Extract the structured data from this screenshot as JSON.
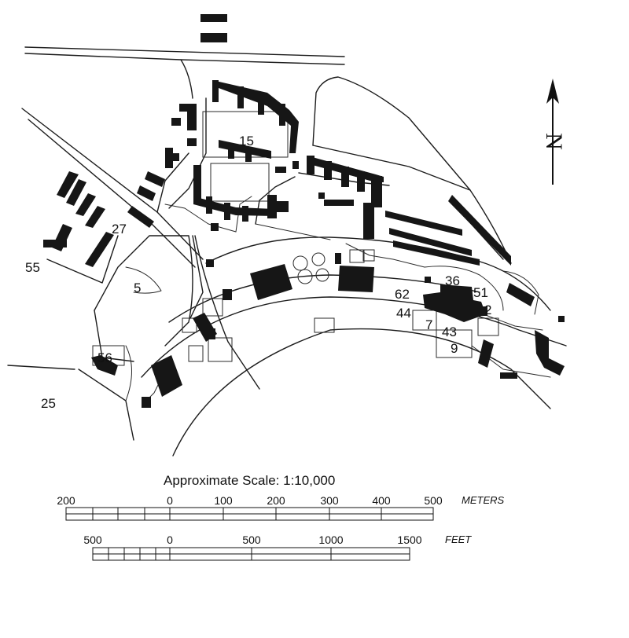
{
  "map": {
    "area_labels": [
      "15",
      "27",
      "55",
      "5",
      "56",
      "25",
      "62",
      "36",
      "51",
      "44",
      "2",
      "7",
      "43",
      "9"
    ],
    "north_arrow_letter": "N"
  },
  "scale": {
    "title": "Approximate Scale: 1:10,000",
    "meters_ticks": [
      "200",
      "0",
      "100",
      "200",
      "300",
      "400",
      "500"
    ],
    "meters_unit": "METERS",
    "feet_ticks": [
      "500",
      "0",
      "500",
      "1000",
      "1500"
    ],
    "feet_unit": "FEET"
  }
}
